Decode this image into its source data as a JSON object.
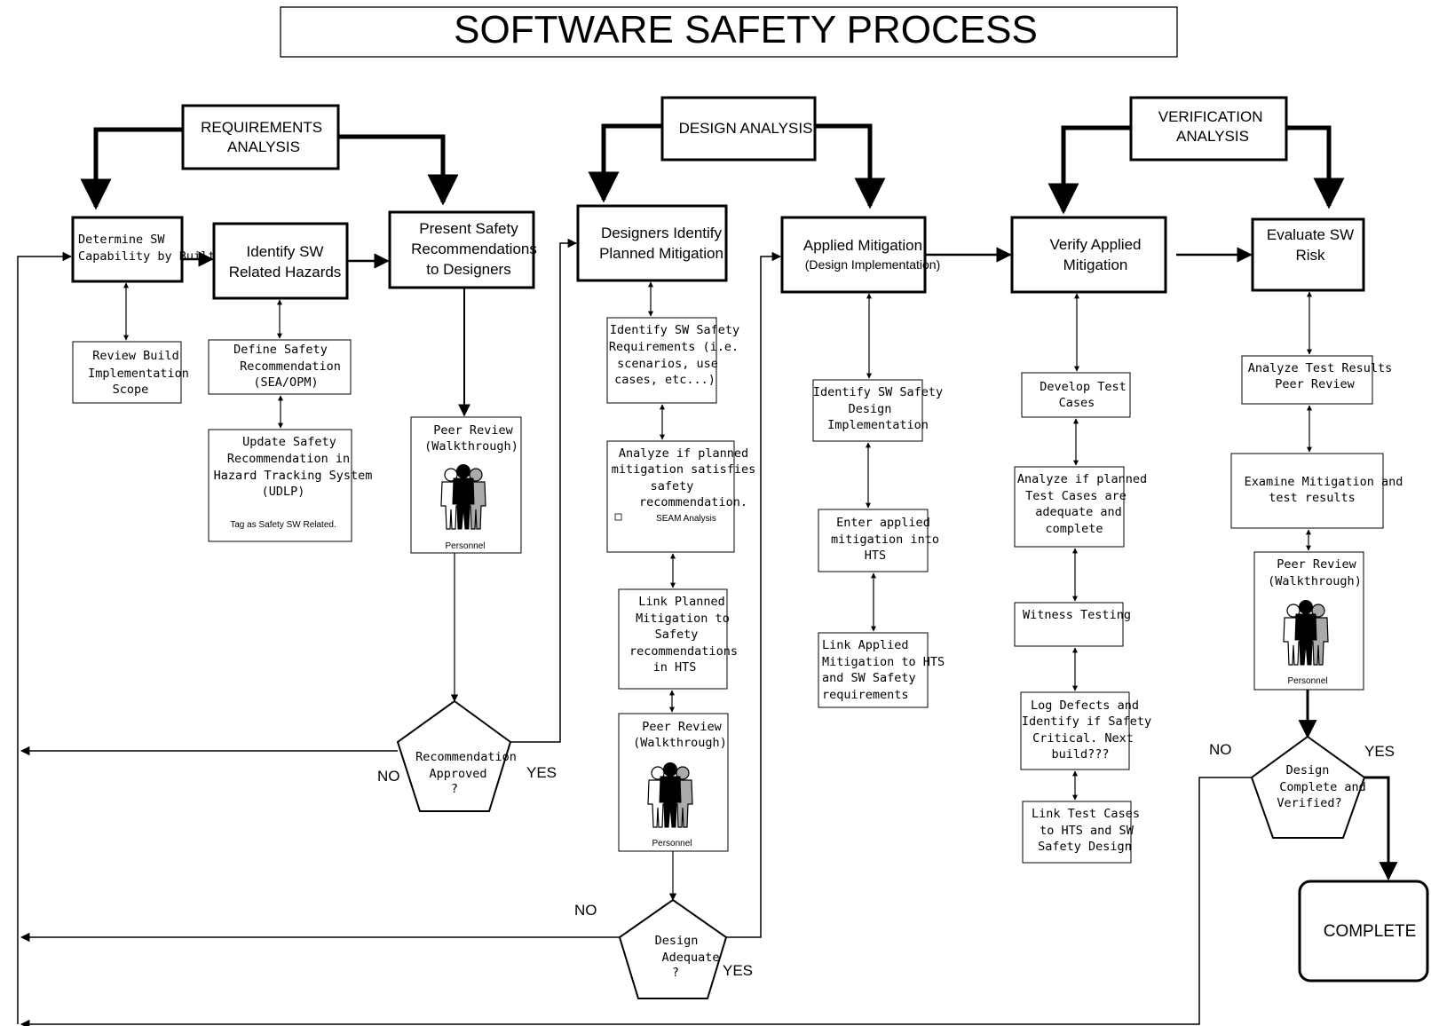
{
  "title": "SOFTWARE SAFETY PROCESS",
  "phases": {
    "requirements": [
      "REQUIREMENTS",
      "ANALYSIS"
    ],
    "design": [
      "DESIGN ANALYSIS"
    ],
    "verification": [
      "VERIFICATION",
      "ANALYSIS"
    ]
  },
  "main": {
    "determine": [
      "Determine SW",
      "Capability by Built"
    ],
    "identify_hazards": [
      "Identify SW",
      "Related Hazards"
    ],
    "present": [
      "Present Safety",
      "Recommendations",
      "to Designers"
    ],
    "designers": [
      "Designers Identify",
      "Planned Mitigation"
    ],
    "applied": [
      "Applied Mitigation",
      "(Design Implementation)"
    ],
    "verify": [
      "Verify Applied",
      "Mitigation"
    ],
    "evaluate": [
      "Evaluate SW",
      "Risk"
    ]
  },
  "sub": {
    "review_build": [
      "Review Build",
      "Implementation",
      "Scope"
    ],
    "define_safety": [
      "Define  Safety",
      "Recommendation",
      "(SEA/OPM)"
    ],
    "update_safety": [
      "Update Safety",
      "Recommendation in",
      "Hazard Tracking System",
      "(UDLP)"
    ],
    "update_tag": "Tag as Safety SW Related.",
    "peer_review": [
      "Peer Review",
      "(Walkthrough)"
    ],
    "personnel": "Personnel",
    "identify_req": [
      "Identify SW Safety",
      "Requirements (i.e.",
      "scenarios, use",
      "cases, etc...)"
    ],
    "analyze_planned": [
      "Analyze if planned",
      "mitigation satisfies",
      "safety",
      "recommendation."
    ],
    "seam": "SEAM Analysis",
    "link_planned": [
      "Link Planned",
      "Mitigation to",
      "Safety",
      "recommendations",
      "in HTS"
    ],
    "identify_design": [
      "Identify SW Safety",
      "Design",
      "Implementation"
    ],
    "enter_applied": [
      "Enter applied",
      "mitigation into",
      "HTS"
    ],
    "link_applied": [
      "Link Applied",
      "Mitigation to HTS",
      "and SW Safety",
      "requirements"
    ],
    "develop_test": [
      "Develop Test",
      "Cases"
    ],
    "analyze_test": [
      "Analyze if planned",
      "Test Cases are",
      "adequate and",
      "complete"
    ],
    "witness": [
      "Witness Testing"
    ],
    "log_defects": [
      "Log Defects and",
      "Identify if Safety",
      "Critical. Next",
      "build???"
    ],
    "link_test": [
      "Link Test Cases",
      "to HTS and SW",
      "Safety Design"
    ],
    "analyze_results": [
      "Analyze Test Results",
      "Peer Review"
    ],
    "examine": [
      "Examine Mitigation and",
      "test results"
    ]
  },
  "decisions": {
    "recommendation": [
      "Recommendation",
      "Approved",
      "?"
    ],
    "design_adequate": [
      "Design",
      "Adequate",
      "?"
    ],
    "design_complete": [
      "Design",
      "Complete and",
      "Verified?"
    ]
  },
  "labels": {
    "yes": "YES",
    "no": "NO"
  },
  "terminal": "COMPLETE"
}
